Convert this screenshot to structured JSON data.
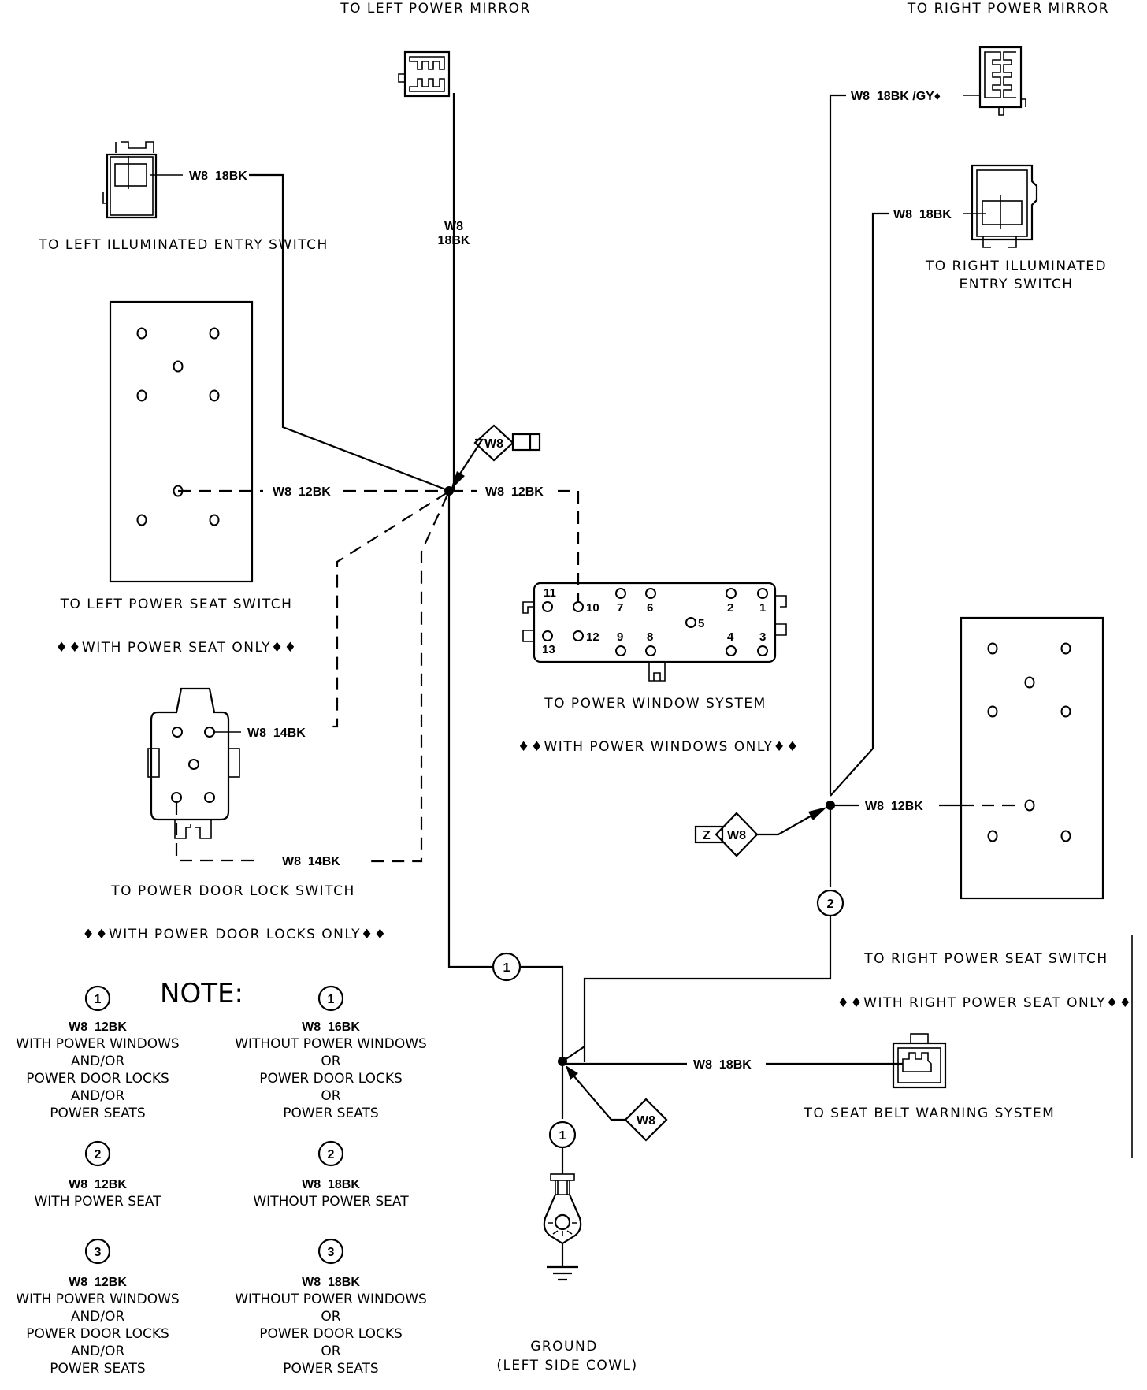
{
  "labels": {
    "left_mirror": "TO LEFT POWER MIRROR",
    "right_mirror": "TO RIGHT POWER MIRROR",
    "left_illum": "TO LEFT ILLUMINATED ENTRY SWITCH",
    "right_illum_1": "TO RIGHT ILLUMINATED",
    "right_illum_2": "ENTRY SWITCH",
    "left_seat": "TO LEFT POWER SEAT SWITCH",
    "left_seat_opt": "♦♦WITH POWER SEAT ONLY♦♦",
    "window": "TO POWER WINDOW SYSTEM",
    "window_opt": "♦♦WITH POWER WINDOWS ONLY♦♦",
    "door_lock": "TO POWER DOOR LOCK SWITCH",
    "door_lock_opt": "♦♦WITH POWER DOOR LOCKS ONLY♦♦",
    "right_seat": "TO RIGHT POWER SEAT SWITCH",
    "right_seat_opt": "♦♦WITH RIGHT POWER SEAT ONLY♦♦",
    "seat_belt": "TO SEAT BELT WARNING SYSTEM",
    "ground_1": "GROUND",
    "ground_2": "(LEFT SIDE COWL)"
  },
  "wires": {
    "left_illum": "W8  18BK",
    "left_mirror_1": "W8",
    "left_mirror_2": "18BK",
    "right_mirror": "W8  18BK /GY♦",
    "right_illum": "W8  18BK",
    "left_seat": "W8  12BK",
    "window": "W8  12BK",
    "door_top": "W8  14BK",
    "door_bottom": "W8  14BK",
    "right_seat": "W8  12BK",
    "seat_belt": "W8  18BK"
  },
  "splices": {
    "top": "W8",
    "right": "W8",
    "right_tag": "Z",
    "bottom": "W8"
  },
  "circle_refs": {
    "one": "1",
    "two": "2"
  },
  "window_pins": [
    "11",
    "10",
    "7",
    "6",
    "2",
    "1",
    "5",
    "13",
    "12",
    "9",
    "8",
    "4",
    "3"
  ],
  "note": {
    "title": "NOTE:",
    "items": [
      {
        "ref": "1",
        "wire": "W8  12BK",
        "lines": [
          "WITH POWER WINDOWS",
          "AND/OR",
          "POWER DOOR LOCKS",
          "AND/OR",
          "POWER SEATS"
        ]
      },
      {
        "ref": "1",
        "wire": "W8  16BK",
        "lines": [
          "WITHOUT POWER WINDOWS",
          "OR",
          "POWER DOOR LOCKS",
          "OR",
          "POWER SEATS"
        ]
      },
      {
        "ref": "2",
        "wire": "W8  12BK",
        "lines": [
          "WITH POWER SEAT"
        ]
      },
      {
        "ref": "2",
        "wire": "W8  18BK",
        "lines": [
          "WITHOUT POWER SEAT"
        ]
      },
      {
        "ref": "3",
        "wire": "W8  12BK",
        "lines": [
          "WITH POWER WINDOWS",
          "AND/OR",
          "POWER DOOR LOCKS",
          "AND/OR",
          "POWER SEATS"
        ]
      },
      {
        "ref": "3",
        "wire": "W8  18BK",
        "lines": [
          "WITHOUT POWER WINDOWS",
          "OR",
          "POWER DOOR LOCKS",
          "OR",
          "POWER SEATS"
        ]
      }
    ]
  }
}
